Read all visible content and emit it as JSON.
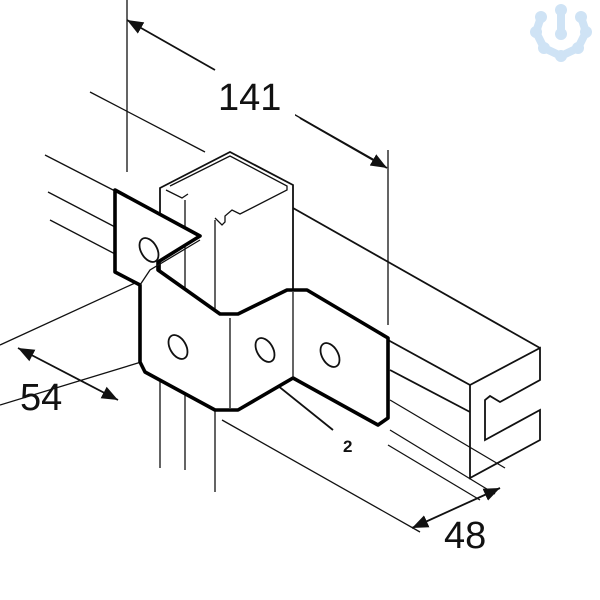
{
  "drawing": {
    "dimensions": {
      "length": "141",
      "height": "54",
      "width": "48"
    },
    "callout": "2",
    "logo_icon": "watermark-logo-icon",
    "colors": {
      "line": "#111111",
      "logo": "#cfe3f5"
    }
  }
}
